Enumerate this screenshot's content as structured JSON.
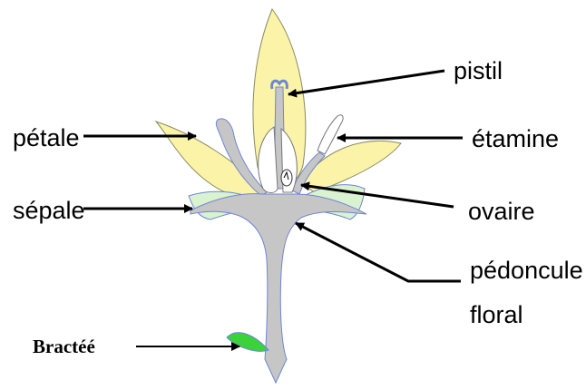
{
  "labels": {
    "pistil": "pistil",
    "petale": "pétale",
    "etamine": "étamine",
    "sepale": "sépale",
    "ovaire": "ovaire",
    "pedoncule_line1": "pédoncule",
    "pedoncule_line2": "floral",
    "bractee": "Bractéé"
  },
  "colors": {
    "petal": "#FAF3A8",
    "stem": "#C6C6C6",
    "sepal": "#D9F2D0",
    "bract": "#3CD23C",
    "outline": "#6E86D6",
    "ovary": "#FFFFFF",
    "arrow": "#000000"
  }
}
